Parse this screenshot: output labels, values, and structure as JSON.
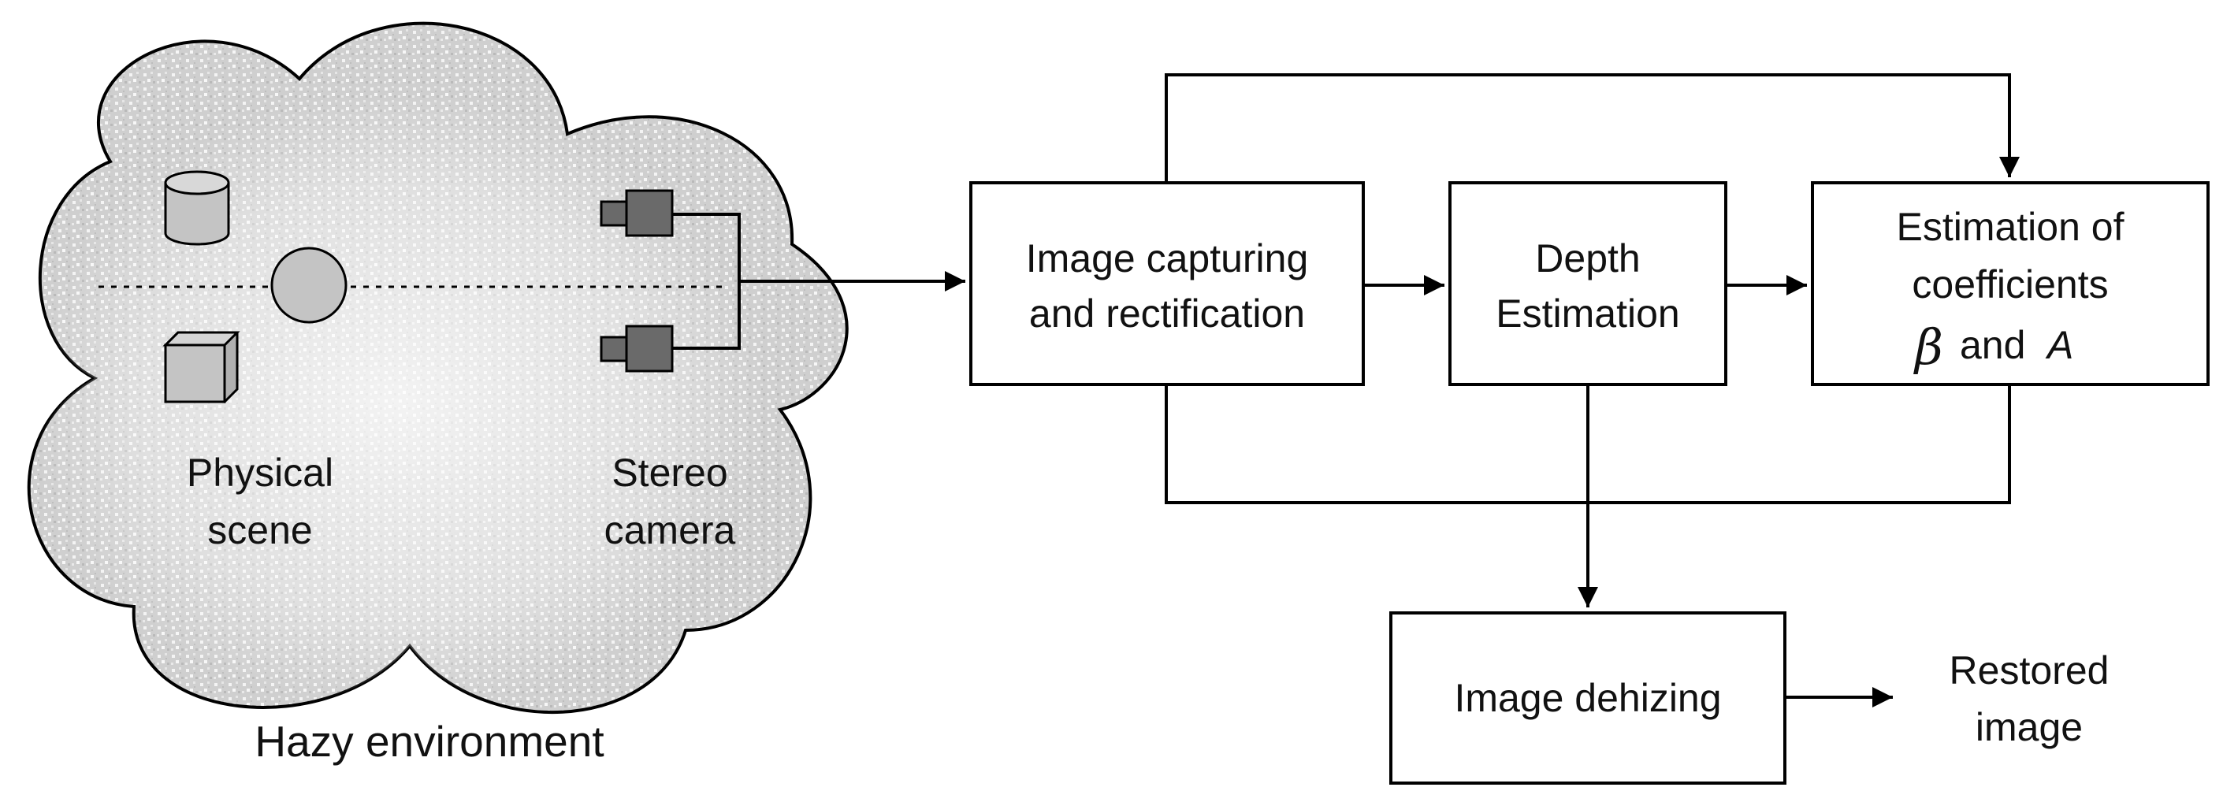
{
  "environment": {
    "caption": "Hazy environment",
    "scene_label": [
      "Physical",
      "scene"
    ],
    "camera_label": [
      "Stereo",
      "camera"
    ]
  },
  "blocks": {
    "capture": [
      "Image capturing",
      "and rectification"
    ],
    "depth": [
      "Depth",
      "Estimation"
    ],
    "coefficients": [
      "Estimation of",
      "coefficients"
    ],
    "coefficients_beta": "β",
    "coefficients_and": "and",
    "coefficients_a": "A",
    "dehazing": "Image dehizing"
  },
  "output": {
    "label": [
      "Restored",
      "image"
    ]
  },
  "colors": {
    "line": "#000000",
    "cloud_fill": "#c9c9c9",
    "object_fill": "#c4c4c4",
    "camera_fill": "#6a6a6a"
  }
}
